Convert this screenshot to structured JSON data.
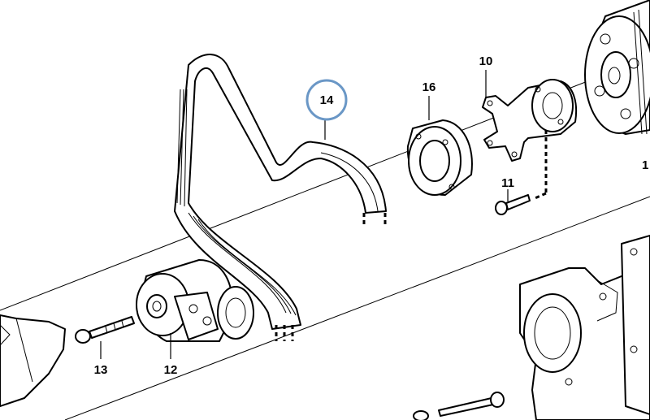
{
  "callouts": {
    "c10": "10",
    "c11": "11",
    "c12": "12",
    "c13": "13",
    "c14": "14",
    "c16": "16",
    "c1": "1"
  },
  "colors": {
    "line": "#000000",
    "background": "#ffffff",
    "highlight_ring": "#6a97c6"
  },
  "highlighted_callout": "14"
}
